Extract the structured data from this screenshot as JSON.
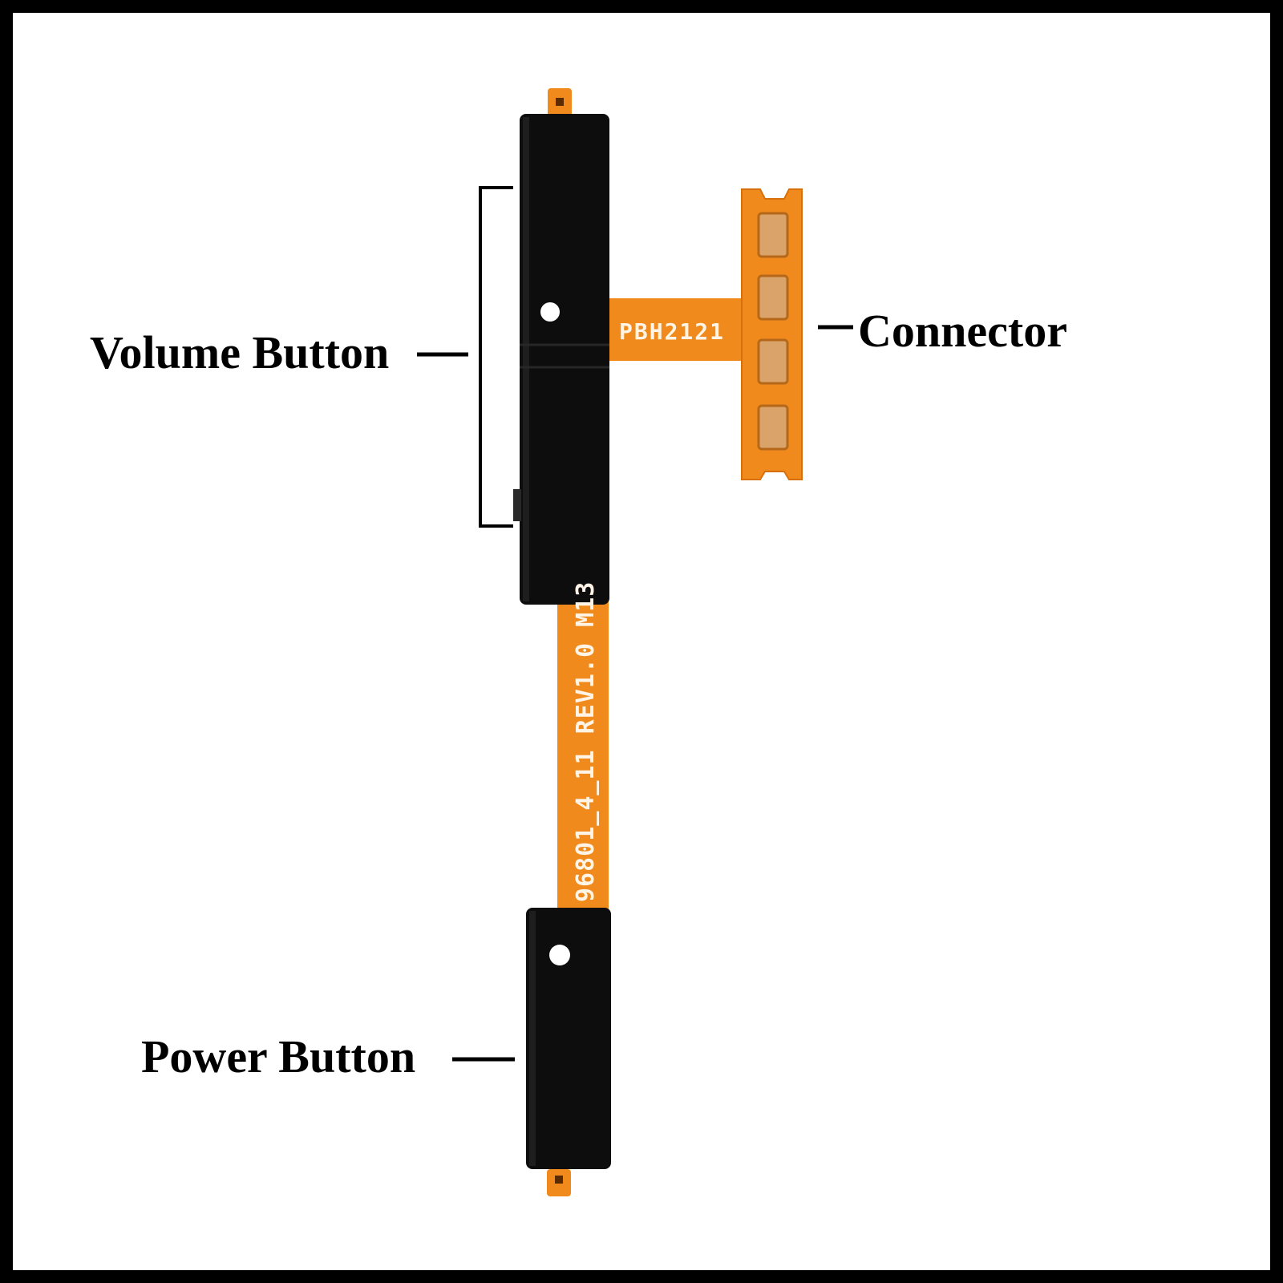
{
  "labels": {
    "volume": "Volume Button",
    "power": "Power Button",
    "connector": "Connector"
  },
  "pcb_markings": {
    "connector_code": "PBH2121",
    "flex_code": "96801_4_11 REV1.0 M13"
  },
  "colors": {
    "flex": "#f08a1c",
    "flex_dark": "#d96f0a",
    "pad": "#d9a36a",
    "stiffener": "#0d0d0d",
    "background": "#ffffff",
    "border": "#000000"
  }
}
